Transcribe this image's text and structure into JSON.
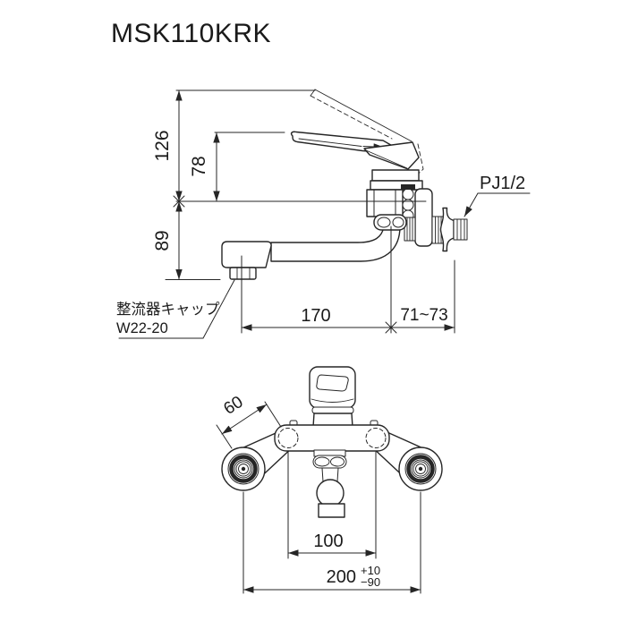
{
  "title": "MSK110KRK",
  "colors": {
    "background": "#ffffff",
    "line": "#262626",
    "text": "#1a1a1a"
  },
  "side_view": {
    "height_overall": "126",
    "height_handle": "78",
    "height_spout_drop": "89",
    "spout_reach": "170",
    "wall_clearance": "71~73",
    "thread_label": "PJ1/2",
    "cap_label_line1": "整流器キャップ",
    "cap_label_line2": "W22-20"
  },
  "front_view": {
    "leg_length": "60",
    "body_pitch": "100",
    "mount_pitch": "200",
    "mount_pitch_tol_upper": "+10",
    "mount_pitch_tol_lower": "−90"
  }
}
